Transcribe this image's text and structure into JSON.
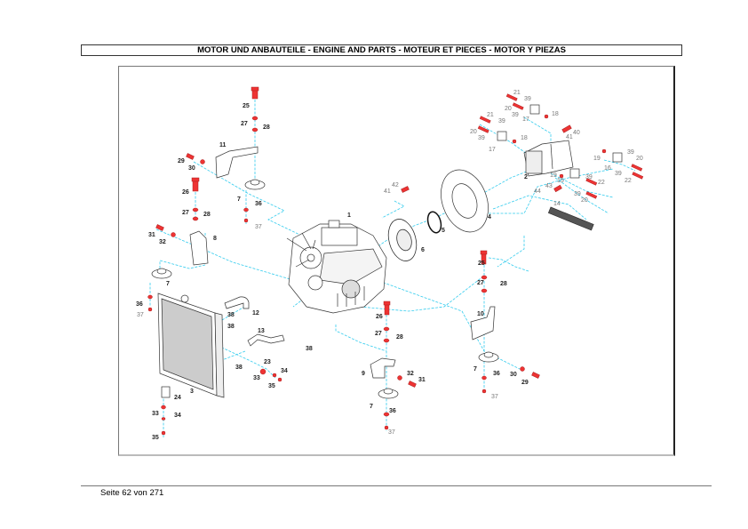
{
  "header": {
    "title": "MOTOR UND ANBAUTEILE - ENGINE AND PARTS - MOTEUR ET PIECES - MOTOR Y PIEZAS"
  },
  "footer": {
    "page_label": "Seite 62 von 271"
  },
  "diagram": {
    "description": "Exploded parts view: engine with radiator, mounts, flywheel housing, hydraulic pumps",
    "colors": {
      "guide_line": "#33ccee",
      "leader": "#33cc33",
      "fastener": "#ee3333",
      "line_art": "#333333"
    },
    "callouts": [
      {
        "id": "c25a",
        "text": "25"
      },
      {
        "id": "c27a",
        "text": "27"
      },
      {
        "id": "c28a",
        "text": "28"
      },
      {
        "id": "c11",
        "text": "11"
      },
      {
        "id": "c29a",
        "text": "29"
      },
      {
        "id": "c30a",
        "text": "30"
      },
      {
        "id": "c26a",
        "text": "26"
      },
      {
        "id": "c27b",
        "text": "27"
      },
      {
        "id": "c28b",
        "text": "28"
      },
      {
        "id": "c7a",
        "text": "7"
      },
      {
        "id": "c36a",
        "text": "36"
      },
      {
        "id": "c37a",
        "text": "37"
      },
      {
        "id": "c31a",
        "text": "31"
      },
      {
        "id": "c32a",
        "text": "32"
      },
      {
        "id": "c8",
        "text": "8"
      },
      {
        "id": "c7b",
        "text": "7"
      },
      {
        "id": "c36b",
        "text": "36"
      },
      {
        "id": "c37b",
        "text": "37"
      },
      {
        "id": "c38a",
        "text": "38"
      },
      {
        "id": "c12",
        "text": "12"
      },
      {
        "id": "c38b",
        "text": "38"
      },
      {
        "id": "c13",
        "text": "13"
      },
      {
        "id": "c38c",
        "text": "38"
      },
      {
        "id": "c38d",
        "text": "38"
      },
      {
        "id": "c23",
        "text": "23"
      },
      {
        "id": "c33a",
        "text": "33"
      },
      {
        "id": "c34a",
        "text": "34"
      },
      {
        "id": "c35a",
        "text": "35"
      },
      {
        "id": "c3",
        "text": "3"
      },
      {
        "id": "c24",
        "text": "24"
      },
      {
        "id": "c33b",
        "text": "33"
      },
      {
        "id": "c34b",
        "text": "34"
      },
      {
        "id": "c35b",
        "text": "35"
      },
      {
        "id": "c1",
        "text": "1"
      },
      {
        "id": "c6",
        "text": "6"
      },
      {
        "id": "c5",
        "text": "5"
      },
      {
        "id": "c4",
        "text": "4"
      },
      {
        "id": "c41a",
        "text": "41"
      },
      {
        "id": "c42",
        "text": "42"
      },
      {
        "id": "c26b",
        "text": "26"
      },
      {
        "id": "c27c",
        "text": "27"
      },
      {
        "id": "c28c",
        "text": "28"
      },
      {
        "id": "c9",
        "text": "9"
      },
      {
        "id": "c32b",
        "text": "32"
      },
      {
        "id": "c31b",
        "text": "31"
      },
      {
        "id": "c7c",
        "text": "7"
      },
      {
        "id": "c36c",
        "text": "36"
      },
      {
        "id": "c37c",
        "text": "37"
      },
      {
        "id": "c25b",
        "text": "25"
      },
      {
        "id": "c27d",
        "text": "27"
      },
      {
        "id": "c28d",
        "text": "28"
      },
      {
        "id": "c10",
        "text": "10"
      },
      {
        "id": "c7d",
        "text": "7"
      },
      {
        "id": "c36d",
        "text": "36"
      },
      {
        "id": "c37d",
        "text": "37"
      },
      {
        "id": "c30b",
        "text": "30"
      },
      {
        "id": "c29b",
        "text": "29"
      },
      {
        "id": "c21a",
        "text": "21"
      },
      {
        "id": "c39a",
        "text": "39"
      },
      {
        "id": "c20a",
        "text": "20"
      },
      {
        "id": "c39b",
        "text": "39"
      },
      {
        "id": "c17a",
        "text": "17"
      },
      {
        "id": "c18a",
        "text": "18"
      },
      {
        "id": "c21b",
        "text": "21"
      },
      {
        "id": "c39c",
        "text": "39"
      },
      {
        "id": "c20b",
        "text": "20"
      },
      {
        "id": "c39d",
        "text": "39"
      },
      {
        "id": "c17b",
        "text": "17"
      },
      {
        "id": "c18b",
        "text": "18"
      },
      {
        "id": "c40",
        "text": "40"
      },
      {
        "id": "c41b",
        "text": "41"
      },
      {
        "id": "c2",
        "text": "2"
      },
      {
        "id": "c19a",
        "text": "19"
      },
      {
        "id": "c16",
        "text": "16"
      },
      {
        "id": "c39e",
        "text": "39"
      },
      {
        "id": "c20c",
        "text": "20"
      },
      {
        "id": "c39f",
        "text": "39"
      },
      {
        "id": "c22a",
        "text": "22"
      },
      {
        "id": "c19b",
        "text": "19"
      },
      {
        "id": "c15",
        "text": "15"
      },
      {
        "id": "c39g",
        "text": "39"
      },
      {
        "id": "c22b",
        "text": "22"
      },
      {
        "id": "c39h",
        "text": "39"
      },
      {
        "id": "c20d",
        "text": "20"
      },
      {
        "id": "c43",
        "text": "43"
      },
      {
        "id": "c44",
        "text": "44"
      },
      {
        "id": "c14",
        "text": "14"
      }
    ]
  }
}
